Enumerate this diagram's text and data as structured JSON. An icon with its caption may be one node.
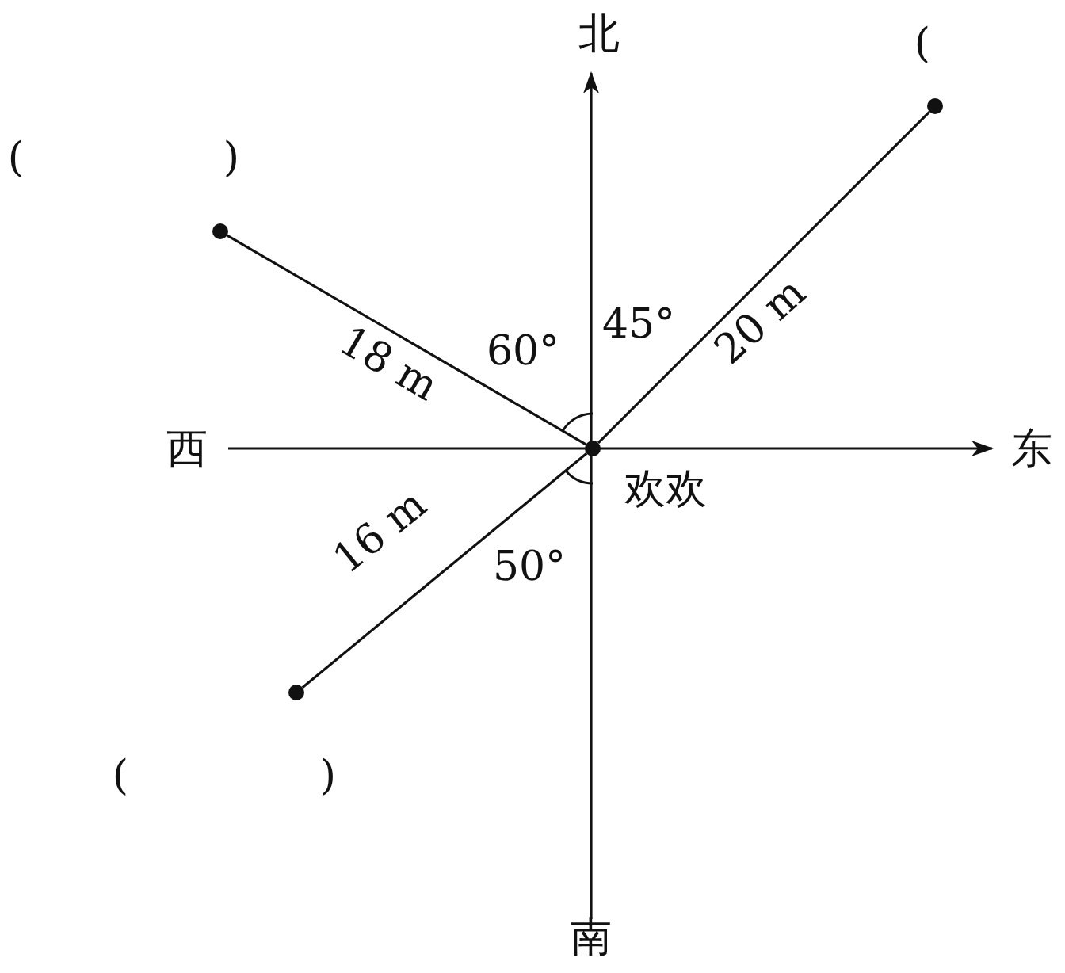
{
  "diagram": {
    "nodes": [
      {
        "text": [],
        "shape": "circle",
        "beside": [
          "欢欢"
        ]
      },
      {
        "text": [],
        "shape": "circle"
      },
      {
        "text": [],
        "shape": "circle"
      },
      {
        "text": [],
        "shape": "circle"
      }
    ],
    "edges": [
      {
        "from": 0,
        "to": 1,
        "arrow": "none",
        "label": "18 m"
      },
      {
        "from": 0,
        "to": 2,
        "arrow": "none",
        "label": "20 m"
      },
      {
        "from": 0,
        "to": 3,
        "arrow": "none",
        "label": "16 m"
      }
    ],
    "labels": [
      "北",
      "(",
      ")",
      "(",
      "60°",
      "45°",
      "西",
      "东",
      "50°",
      "(",
      ")",
      "南"
    ]
  }
}
